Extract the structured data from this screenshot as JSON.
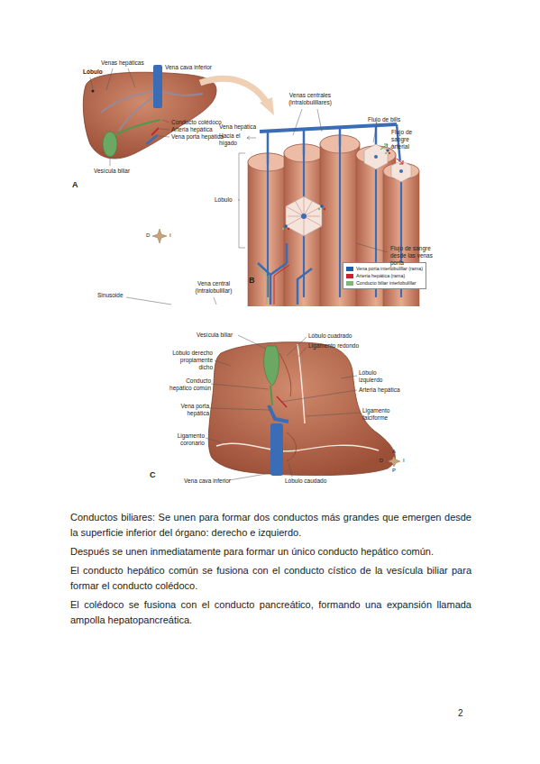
{
  "diagram": {
    "labels": [
      "Venas hepáticas",
      "Lóbulo",
      "Vena cava inferior",
      "Conducto colédoco",
      "Arteria hepática",
      "Vena porta hepática",
      "Vesícula biliar",
      "A",
      "Venas centrales (intralobulillares)",
      "Flujo de bilis",
      "Vena hepática",
      "Hacia el hígado",
      "Flujo de sangre arterial",
      "Lóbulo",
      "Flujo de sangre desde las venas porta",
      "B",
      "D",
      "I",
      "Sinusoide",
      "Vena central (intralobulillar)",
      "Vesícula biliar",
      "Lóbulo cuadrado",
      "Ligamento redondo",
      "Lóbulo derecho propiamente dicho",
      "Lóbulo izquierdo",
      "Conducto hepático común",
      "Arteria hepática",
      "Vena porta hepática",
      "Ligamento falciforme",
      "Ligamento coronario",
      "Vena cava inferior",
      "Lóbulo caudado",
      "C",
      "A",
      "D",
      "I",
      "P",
      "Conductos biliares: Se unen para formar dos conductos más grandes que emergen desde la superficie inferior del órgano: derecho e izquierdo.",
      "Después se unen inmediatamente para formar un único conducto hepático común.",
      "El conducto hepático común se fusiona con el conducto cístico de la vesícula biliar para formar el conducto colédoco.",
      "El colédoco se fusiona con el conducto pancreático, formando una expansión llamada ampolla hepatopancreática.",
      "2"
    ],
    "legend": [
      {
        "text": "Vena porta interlobulillar (rama)",
        "color": "#1f5fa8"
      },
      {
        "text": "Arteria hepática (rama)",
        "color": "#c0272d"
      },
      {
        "text": "Conducto biliar interlobulillar",
        "color": "#7cb87a"
      }
    ]
  }
}
